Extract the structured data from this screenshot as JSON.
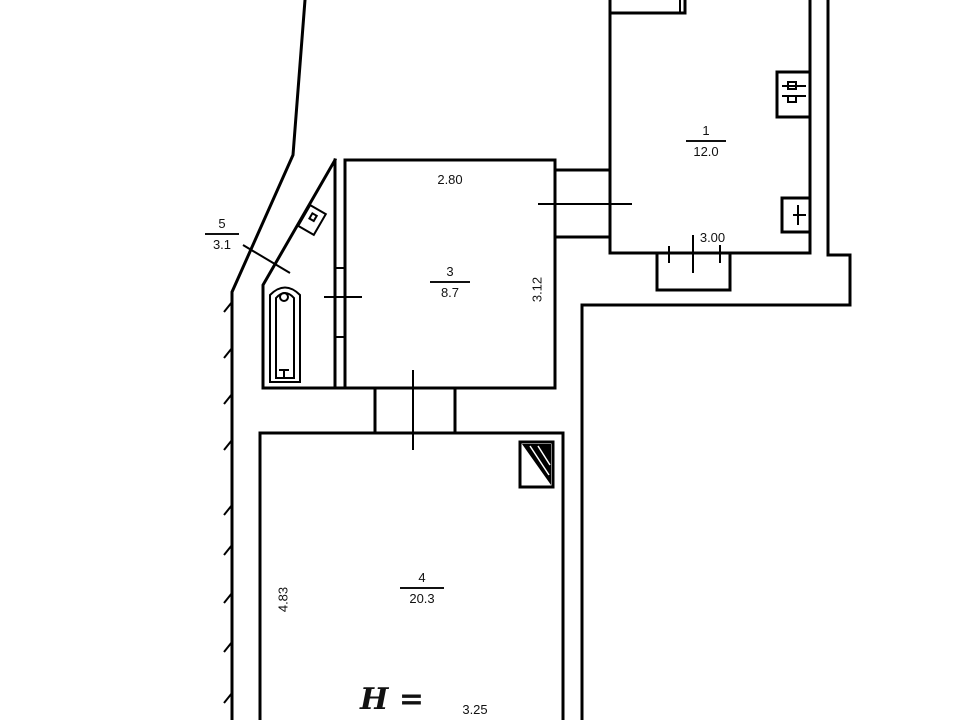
{
  "plan": {
    "rooms": [
      {
        "number": "1",
        "area": "12.0"
      },
      {
        "number": "3",
        "area": "8.7"
      },
      {
        "number": "4",
        "area": "20.3"
      },
      {
        "number": "5",
        "area": "3.1"
      }
    ],
    "dimensions": {
      "room3_width": "2.80",
      "room3_length": "3.12",
      "room1_width": "3.00",
      "room4_length": "4.83",
      "height_label": "H =",
      "height_value": "3.25"
    }
  }
}
